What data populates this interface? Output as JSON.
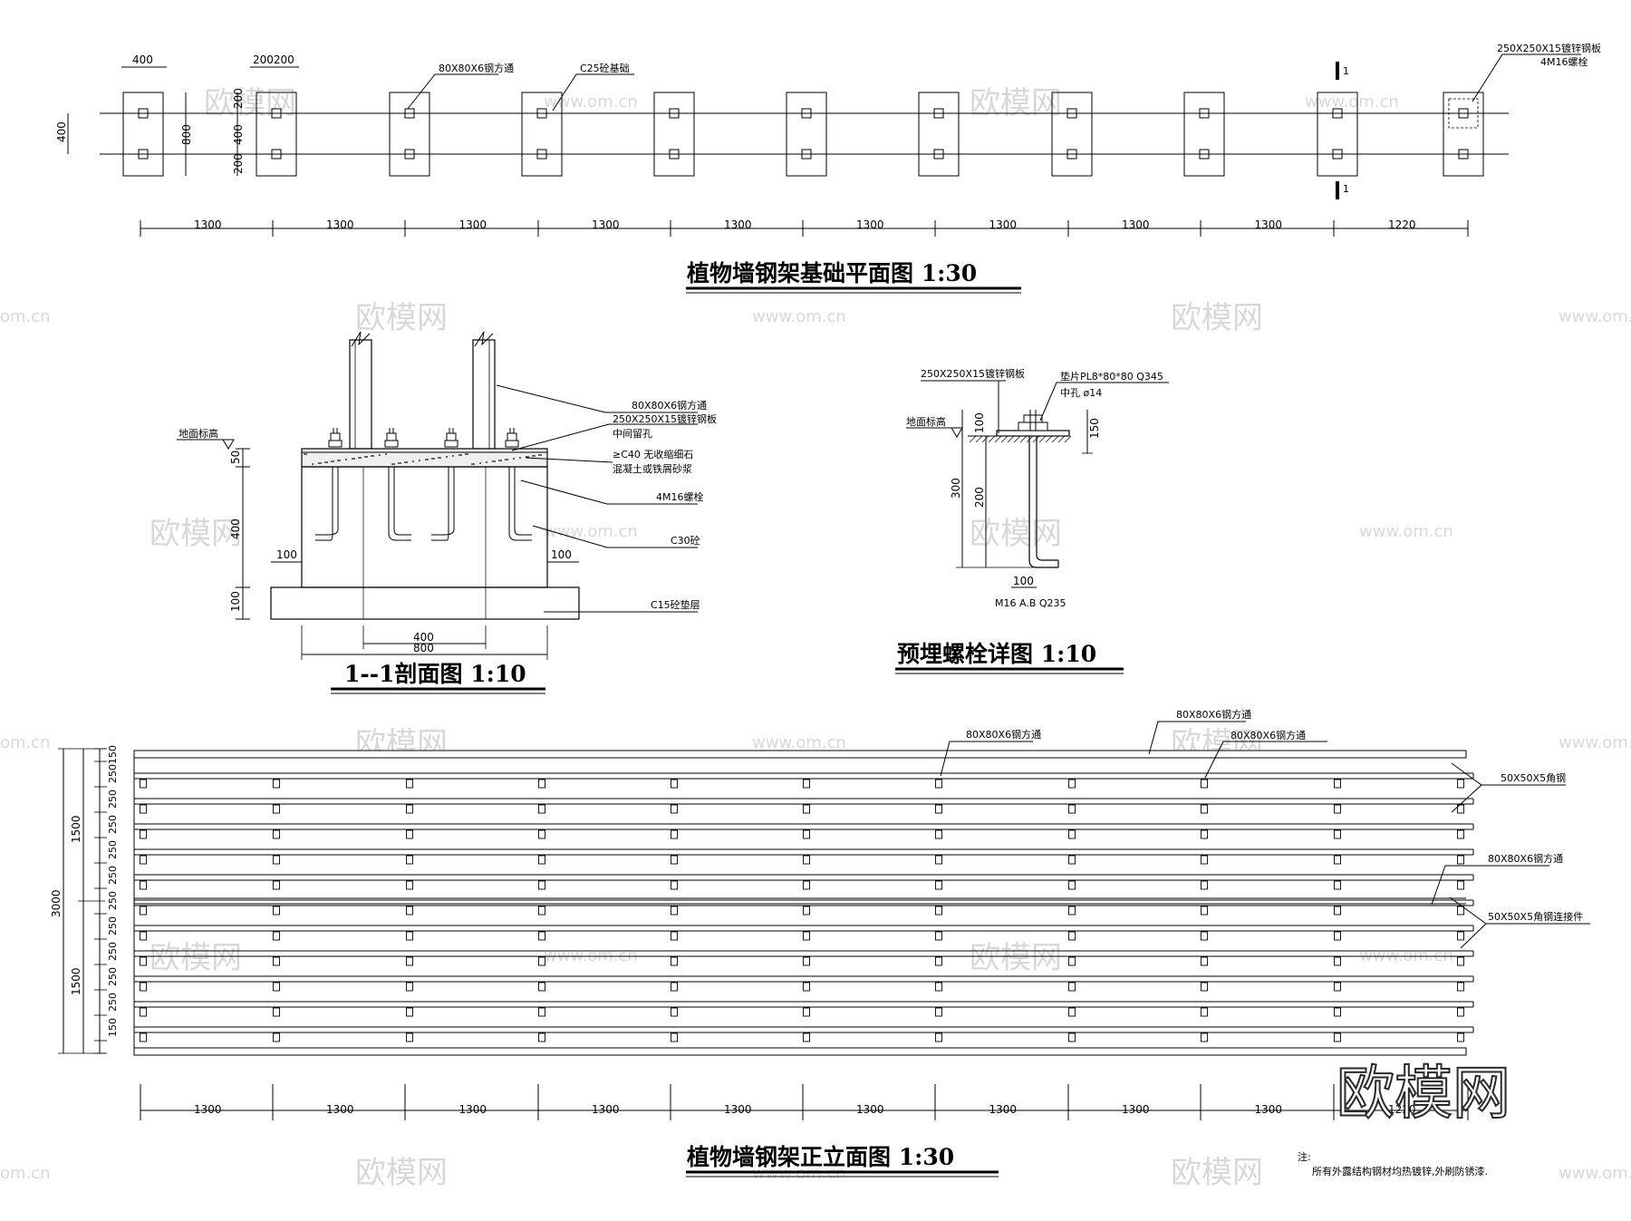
{
  "plan": {
    "title": "植物墙钢架基础平面图 1:30",
    "dims_top": [
      "400",
      "200200"
    ],
    "dims_left": [
      "400",
      "800",
      "200",
      "400",
      "200"
    ],
    "spacings": [
      "1300",
      "1300",
      "1300",
      "1300",
      "1300",
      "1300",
      "1300",
      "1300",
      "1300",
      "1220"
    ],
    "labels": {
      "tube": "80X80X6钢方通",
      "base": "C25砼基础",
      "plate": "250X250X15镀锌钢板",
      "bolt": "4M16螺栓"
    },
    "section_marks": [
      "1",
      "1"
    ]
  },
  "section": {
    "title": "1--1剖面图 1:10",
    "labels": {
      "tube": "80X80X6钢方通",
      "plate": "250X250X15镀锌钢板",
      "hole": "中间留孔",
      "grout1": "≥C40 无收缩细石",
      "grout2": "混凝土或铁屑砂浆",
      "bolt": "4M16螺栓",
      "concrete": "C30砼",
      "cushion": "C15砼垫层",
      "ground": "地面标高"
    },
    "dims": {
      "d50": "50",
      "d400": "400",
      "d100v": "100",
      "d100l": "100",
      "d100r": "100",
      "w400": "400",
      "w800": "800"
    }
  },
  "bolt_detail": {
    "title": "预埋螺栓详图 1:10",
    "labels": {
      "plate": "250X250X15镀锌钢板",
      "washer": "垫片PL8*80*80 Q345",
      "hole": "中孔 ø14",
      "ground": "地面标高",
      "bolt": "M16 A.B Q235"
    },
    "dims": {
      "d100": "100",
      "d300": "300",
      "d200": "200",
      "d150": "150",
      "d100b": "100"
    }
  },
  "elevation": {
    "title": "植物墙钢架正立面图 1:30",
    "labels": {
      "tube1": "80X80X6钢方通",
      "tube2": "80X80X6钢方通",
      "tube3": "80X80X6钢方通",
      "angle": "50X50X5角钢",
      "tube4": "80X80X6钢方通",
      "connector": "50X50X5角钢连接件"
    },
    "dims_left_inner": [
      "150",
      "250",
      "250",
      "250",
      "250",
      "250",
      "250",
      "250",
      "250",
      "250",
      "250",
      "150"
    ],
    "dims_left_mid": [
      "1500",
      "1500"
    ],
    "dims_left_outer": "3000",
    "spacings": [
      "1300",
      "1300",
      "1300",
      "1300",
      "1300",
      "1300",
      "1300",
      "1300",
      "1300",
      "1220"
    ]
  },
  "note": {
    "head": "注:",
    "text": "所有外露结构钢材均热镀锌,外刷防锈漆."
  },
  "watermarks": {
    "logo": "欧模网",
    "url": "www.om.cn",
    "url_short": "om.cn"
  }
}
